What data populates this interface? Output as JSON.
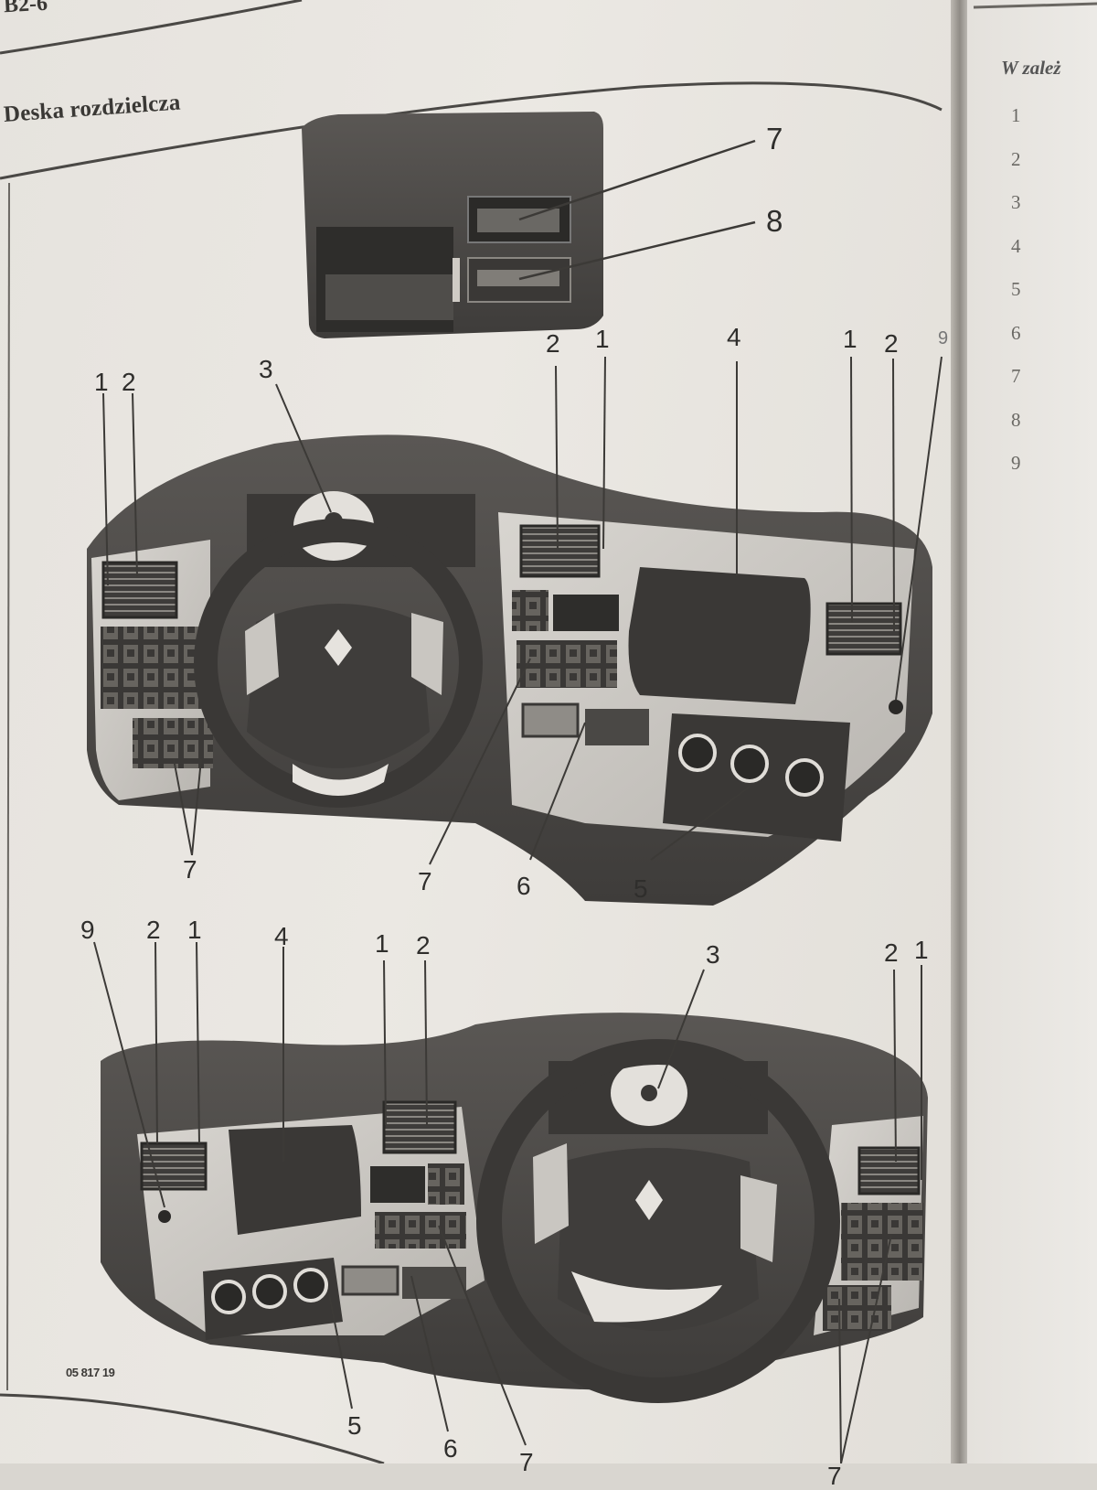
{
  "page": {
    "page_code": "B2-6",
    "section_title": "Deska rozdzielcza",
    "figure_code": "05 817 19"
  },
  "right_page": {
    "header": "W zależ",
    "legend_numbers": [
      "1",
      "2",
      "3",
      "4",
      "5",
      "6",
      "7",
      "8",
      "9"
    ]
  },
  "overhead_panel": {
    "callouts": [
      {
        "label": "7",
        "target": "overhead-display-upper"
      },
      {
        "label": "8",
        "target": "overhead-display-lower"
      }
    ]
  },
  "lhd_dashboard": {
    "top_callouts": [
      "1",
      "2",
      "3",
      "2",
      "1",
      "4",
      "1",
      "2",
      "9"
    ],
    "bottom_callouts": [
      "7",
      "7",
      "6",
      "5"
    ]
  },
  "rhd_dashboard": {
    "top_callouts": [
      "9",
      "2",
      "1",
      "4",
      "1",
      "2",
      "3",
      "2",
      "1"
    ],
    "bottom_callouts": [
      "5",
      "6",
      "7",
      "7"
    ]
  },
  "colors": {
    "paper": "#e8e5e0",
    "ink": "#2f2e2c",
    "dash_dark": "#4a4845",
    "dash_light": "#cfccc7"
  }
}
